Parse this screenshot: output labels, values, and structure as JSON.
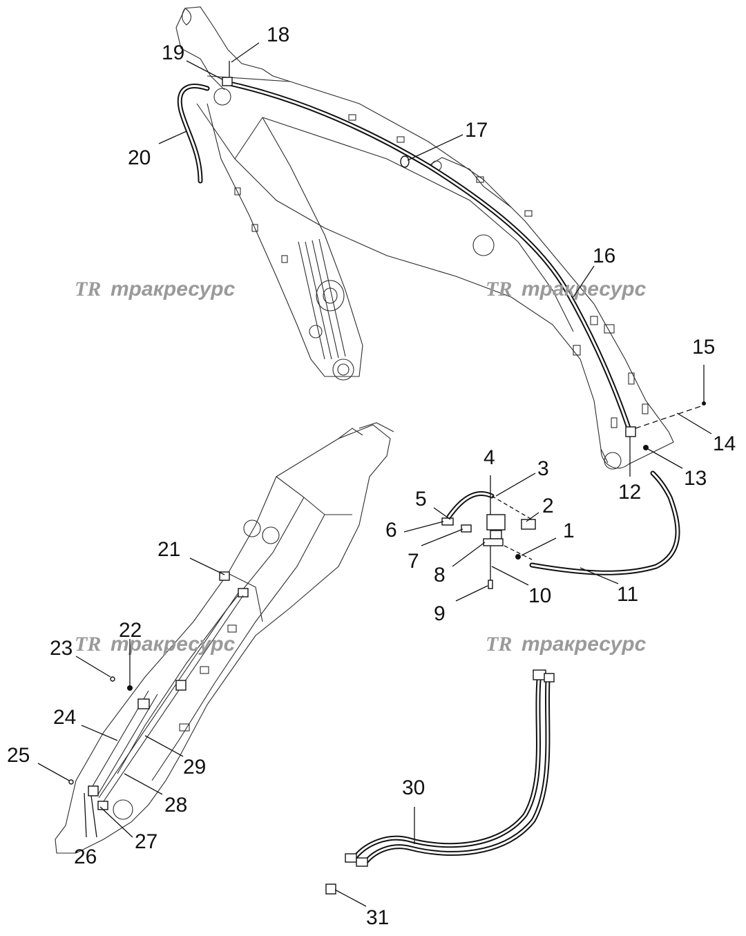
{
  "watermarks": [
    {
      "logo": "TR",
      "text": "тракресурс"
    },
    {
      "logo": "TR",
      "text": "тракресурс"
    },
    {
      "logo": "TR",
      "text": "тракресурс"
    },
    {
      "logo": "TR",
      "text": "тракресурс"
    }
  ],
  "callouts": [
    "1",
    "2",
    "3",
    "4",
    "5",
    "6",
    "7",
    "8",
    "9",
    "10",
    "11",
    "12",
    "13",
    "14",
    "15",
    "16",
    "17",
    "18",
    "19",
    "20",
    "21",
    "22",
    "23",
    "24",
    "25",
    "26",
    "27",
    "28",
    "29",
    "30",
    "31"
  ]
}
